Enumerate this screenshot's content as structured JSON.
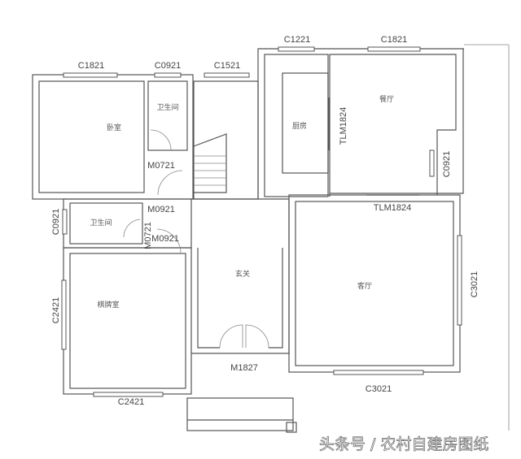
{
  "rooms": {
    "bedroom": "卧室",
    "bathroom_1": "卫生间",
    "kitchen": "厨房",
    "dining": "餐厅",
    "bathroom_2": "卫生间",
    "foyer": "玄关",
    "living": "客厅",
    "chess_room": "棋牌室"
  },
  "openings": {
    "win_bedroom": "C1821",
    "win_bath1": "C0921",
    "win_stair": "C1521",
    "win_kitchen": "C1221",
    "win_dining": "C1821",
    "door_bath1": "M0721",
    "door_bedroom": "M0921",
    "slide_kitchen": "TLM1824",
    "win_dining_side": "C0921",
    "slide_dining": "TLM1824",
    "win_bath2": "C0921",
    "door_bath2": "M0721",
    "door_chess": "M0921",
    "win_living_side": "C3021",
    "win_chess_side": "C2421",
    "door_entry": "M1827",
    "win_chess_bottom": "C2421",
    "win_living_bottom": "C3021"
  },
  "watermark": "头条号 / 农村自建房图纸"
}
